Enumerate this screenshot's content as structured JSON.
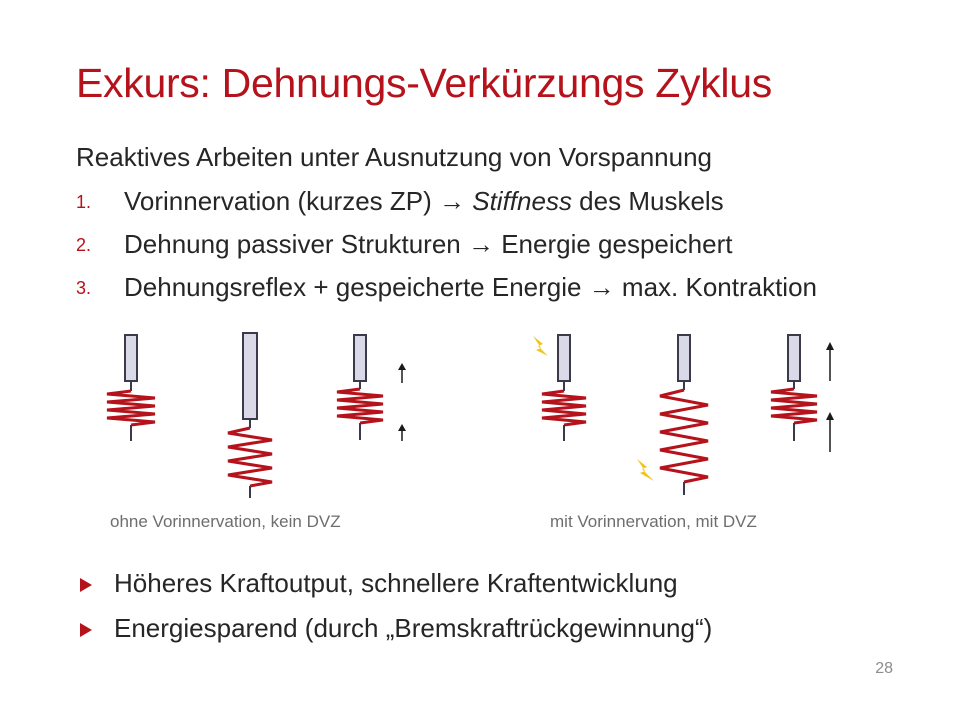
{
  "slide": {
    "title": "Exkurs: Dehnungs-Verkürzungs Zyklus",
    "subtitle": "Reaktives Arbeiten unter Ausnutzung von Vorspannung",
    "items": [
      {
        "num": "1.",
        "before": "Vorinnervation (kurzes ZP) → ",
        "italic": "Stiffness",
        "after": " des Muskels"
      },
      {
        "num": "2.",
        "text": "Dehnung passiver Strukturen → Energie gespeichert"
      },
      {
        "num": "3.",
        "text": "Dehnungsreflex + gespeicherte Energie → max. Kontraktion"
      }
    ],
    "captions": {
      "left": "ohne Vorinnervation, kein DVZ",
      "right": "mit Vorinnervation, mit DVZ"
    },
    "bullets": [
      "Höheres Kraftoutput, schnellere Kraftentwicklung",
      "Energiesparend (durch „Bremskraftrückgewinnung“)"
    ],
    "page_number": "28"
  },
  "colors": {
    "accent": "#b5121b",
    "spring": "#b5121b",
    "rod_fill": "#d9d9e8",
    "rod_stroke": "#3a3a4a",
    "lightning": "#f2c318"
  },
  "icons": [
    "lightning-icon",
    "arrow-up-icon"
  ]
}
